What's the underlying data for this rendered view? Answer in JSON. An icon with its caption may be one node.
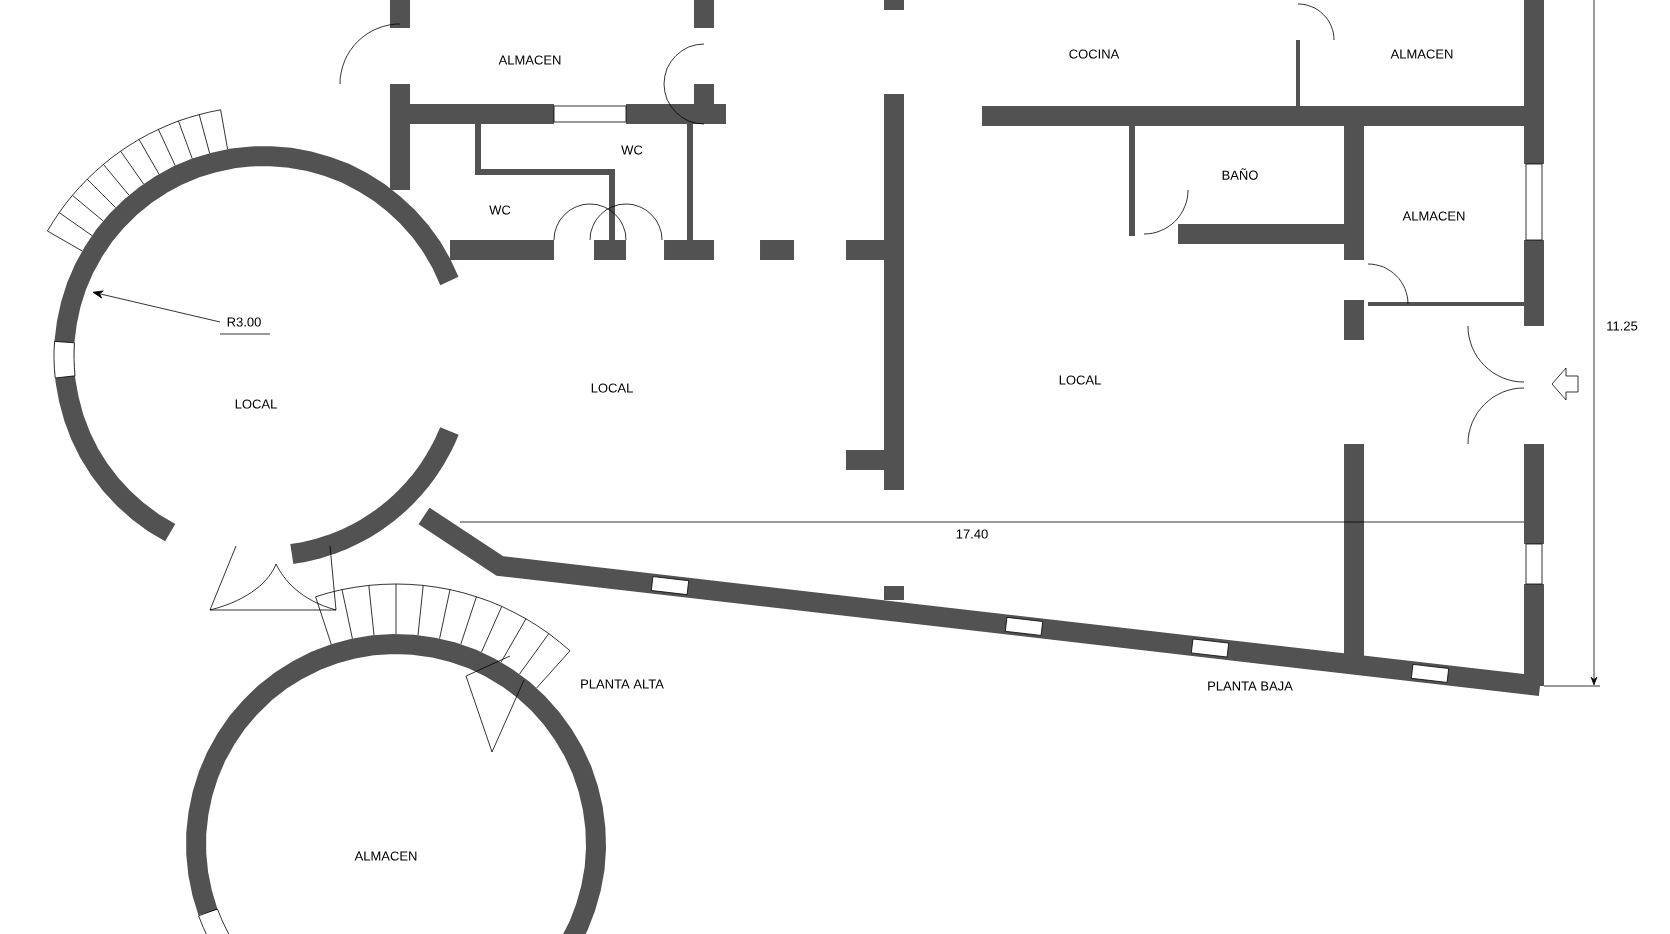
{
  "diagram": {
    "labels": [
      "ALMACEN",
      "COCINA",
      "ALMACEN",
      "WC",
      "BAÑO",
      "WC",
      "ALMACEN",
      "R3.00",
      "11.25",
      "LOCAL",
      "LOCAL",
      "LOCAL",
      "17.40",
      "PLANTA ALTA",
      "PLANTA BAJA",
      "ALMACEN"
    ]
  }
}
